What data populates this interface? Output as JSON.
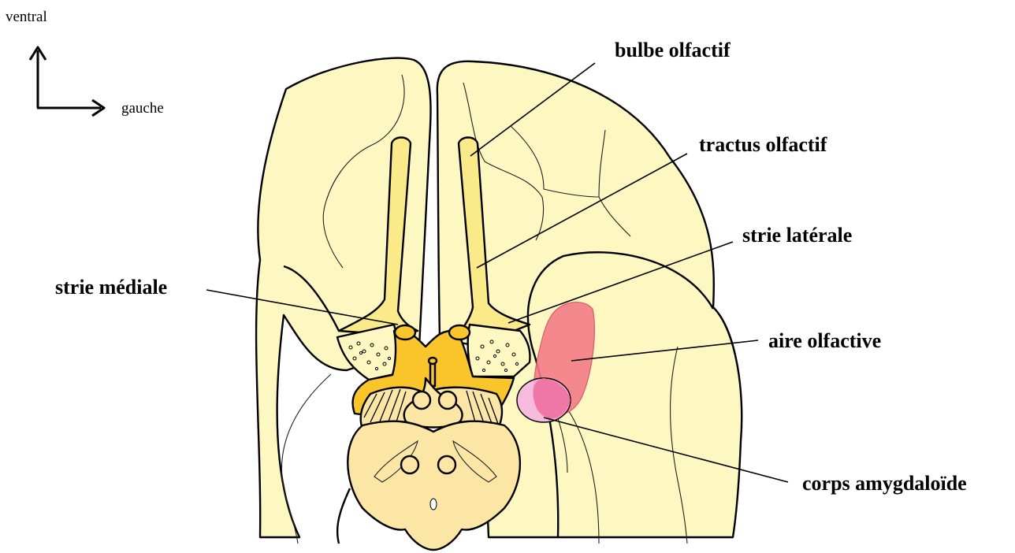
{
  "axes": {
    "up_label": "ventral",
    "right_label": "gauche"
  },
  "labels": {
    "olfactory_bulb": "bulbe olfactif",
    "olfactory_tract": "tractus olfactif",
    "lateral_stria": "strie latérale",
    "medial_stria": "strie médiale",
    "olfactory_area": "aire olfactive",
    "amygdala": "corps amygdaloïde"
  },
  "colors": {
    "brain_fill": "#fdf8c2",
    "tract_fill": "#fbea8a",
    "chiasm_fill": "#f9c52a",
    "brainstem_fill": "#fbe6a6",
    "olfactory_area_fill": "#f47b86",
    "amygdala_fill": "#f6b0e2"
  }
}
